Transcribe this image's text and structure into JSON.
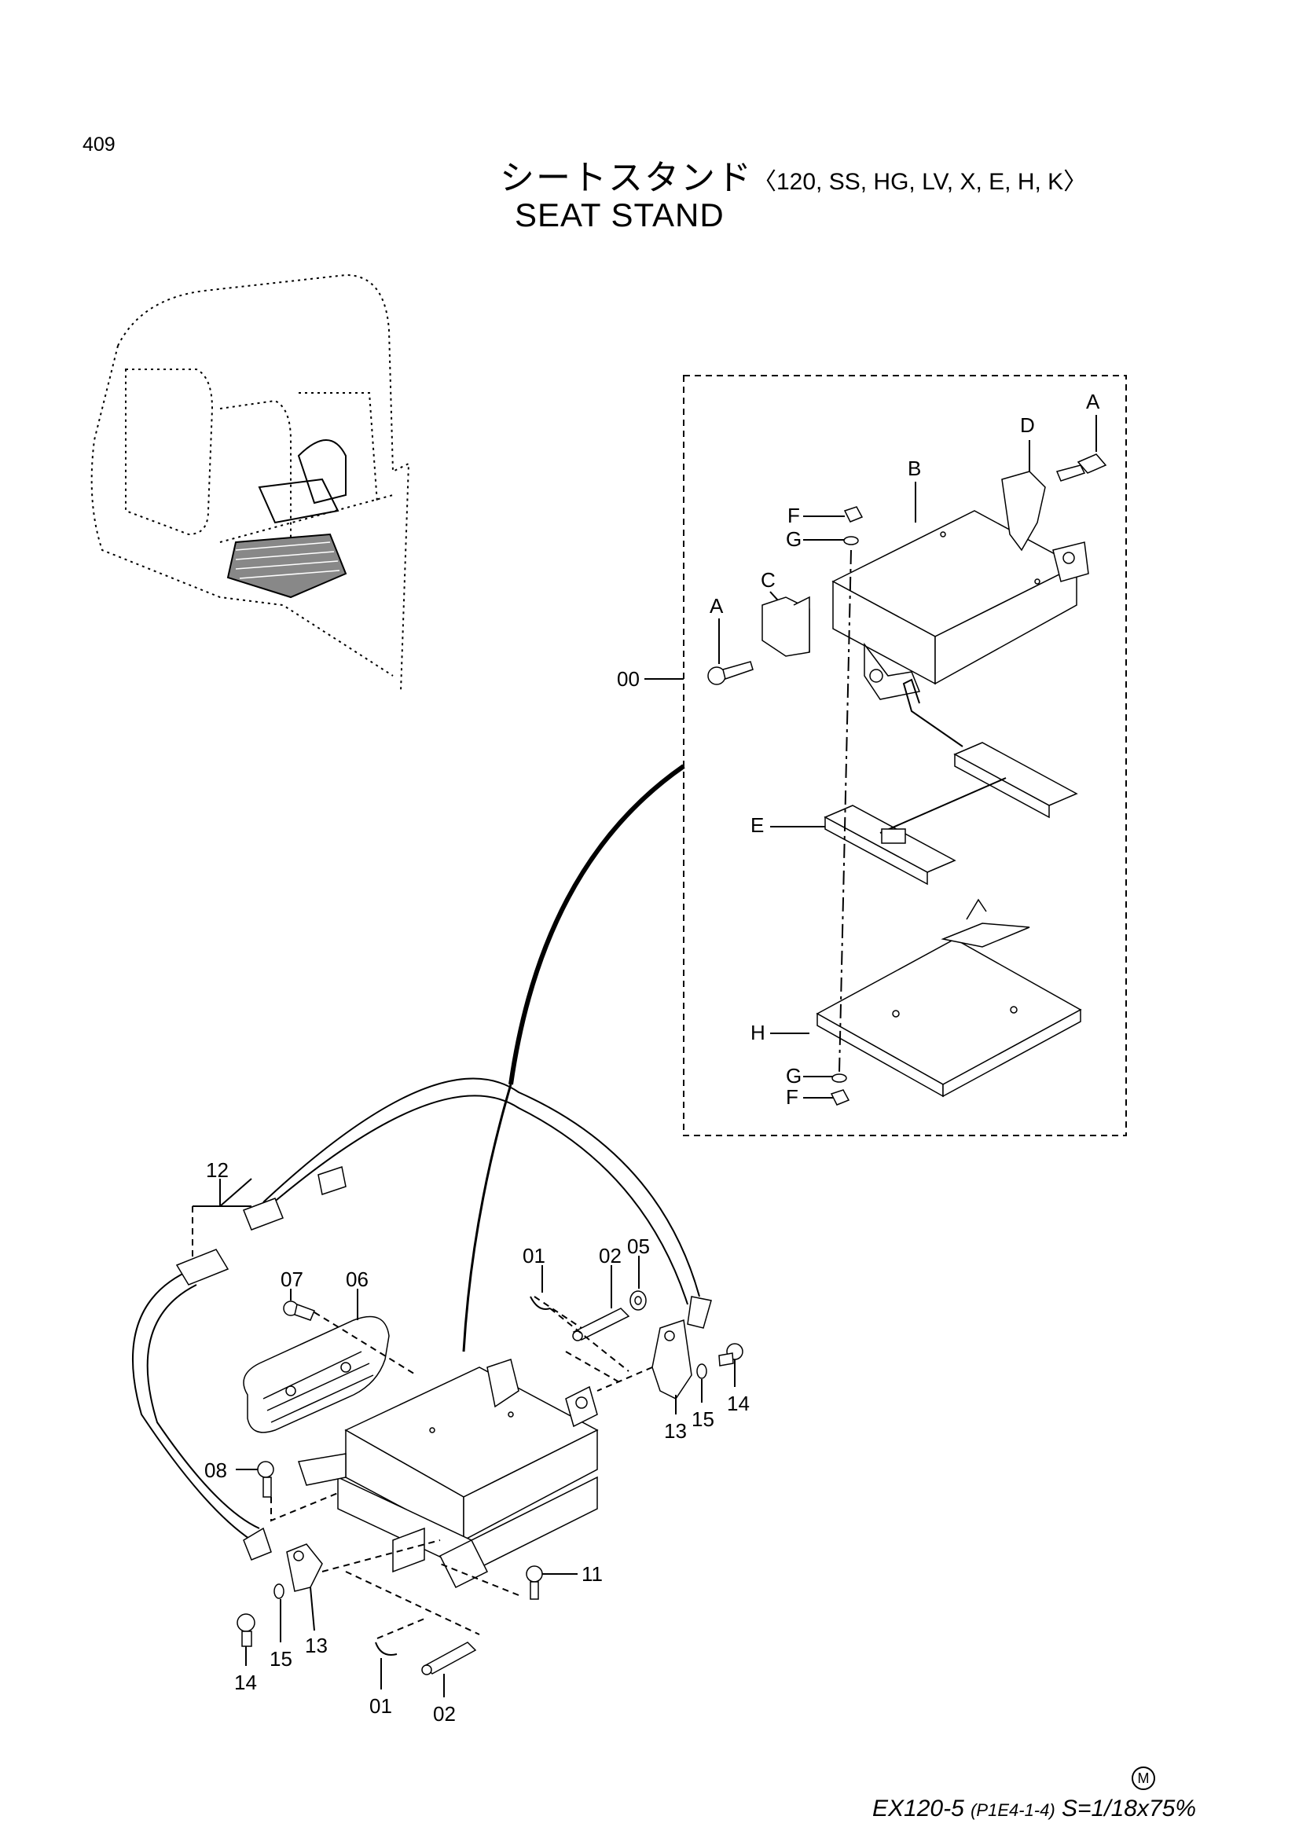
{
  "page": {
    "number": "409",
    "title_jp": "シートスタンド",
    "models": "〈120, SS, HG, LV, X, E, H, K〉",
    "title_en": "SEAT STAND"
  },
  "footer": {
    "model": "EX120-5",
    "ref": "(P1E4-1-4)",
    "scale": "S=1/18x75%",
    "mark": "M"
  },
  "callouts": {
    "A1": "A",
    "A2": "A",
    "B": "B",
    "C": "C",
    "D": "D",
    "E": "E",
    "F1": "F",
    "F2": "F",
    "G1": "G",
    "G2": "G",
    "H": "H",
    "p00": "00",
    "p01a": "01",
    "p01b": "01",
    "p02a": "02",
    "p02b": "02",
    "p05": "05",
    "p06": "06",
    "p07": "07",
    "p08": "08",
    "p11": "11",
    "p12": "12",
    "p13a": "13",
    "p13b": "13",
    "p14a": "14",
    "p14b": "14",
    "p15a": "15",
    "p15b": "15"
  }
}
